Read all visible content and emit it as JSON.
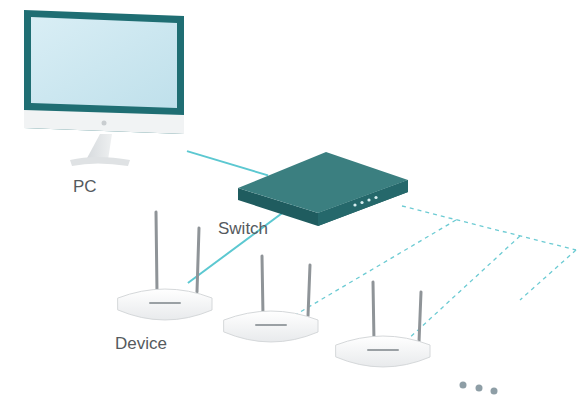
{
  "diagram": {
    "nodes": [
      {
        "text": [
          "PC"
        ]
      },
      {
        "text": [
          "Switch"
        ]
      },
      {
        "text": [
          "Device"
        ]
      }
    ],
    "edges": [
      {
        "from": 0,
        "to": 1,
        "arrow": "none"
      },
      {
        "from": 1,
        "to": 2,
        "arrow": "none"
      }
    ]
  }
}
